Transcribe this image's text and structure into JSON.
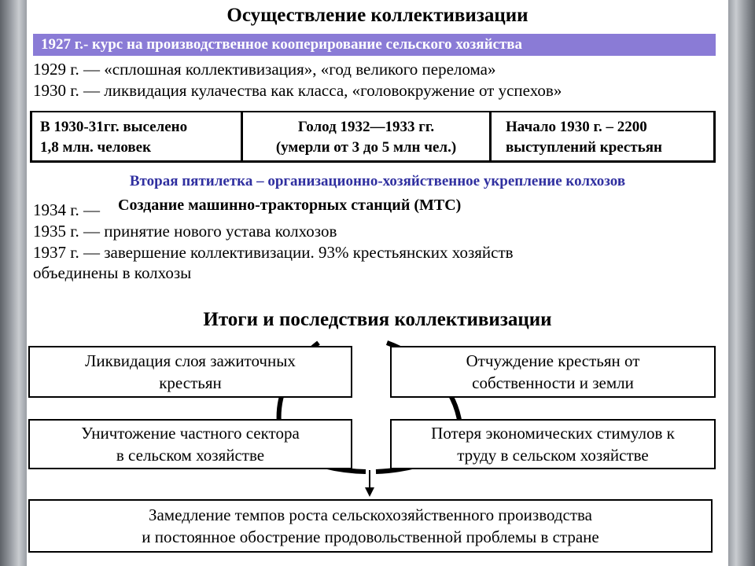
{
  "title": "Осуществление коллективизации",
  "banner_1927": "1927 г.- курс на производственное кооперирование сельского хозяйства",
  "line_1929": "1929 г. — «сплошная коллективизация», «год великого перелома»",
  "line_1930": "1930 г. — ликвидация кулачества как класса, «головокружение от успехов»",
  "facts": {
    "evicted": [
      "В 1930-31гг. выселено",
      "1,8 млн. человек"
    ],
    "famine": [
      "Голод 1932—1933 гг.",
      "(умерли от 3 до 5 млн чел.)"
    ],
    "protests": [
      "Начало 1930 г. – 2200",
      "выступлений крестьян"
    ]
  },
  "second_plan": "Вторая пятилетка – организационно-хозяйственное укрепление колхозов",
  "line_1934_prefix": "1934 г. —",
  "line_1934_text": "Создание машинно-тракторных станций (МТС)",
  "line_1935": "1935 г. — принятие нового устава колхозов",
  "line_1937": "1937 г. — завершение коллективизации. 93% крестьянских хозяйств",
  "line_1937_cont": "объединены в колхозы",
  "results_title": "Итоги и последствия коллективизации",
  "results": {
    "top_left": [
      "Ликвидация слоя зажиточных",
      "крестьян"
    ],
    "top_right": [
      "Отчуждение крестьян от",
      "собственности и земли"
    ],
    "mid_left": [
      "Уничтожение частного сектора",
      "в сельском хозяйстве"
    ],
    "mid_right": [
      "Потеря экономических стимулов к",
      "труду в сельском хозяйстве"
    ],
    "bottom": [
      "Замедление темпов роста сельскохозяйственного производства",
      "и постоянное обострение продовольственной проблемы в стране"
    ]
  }
}
